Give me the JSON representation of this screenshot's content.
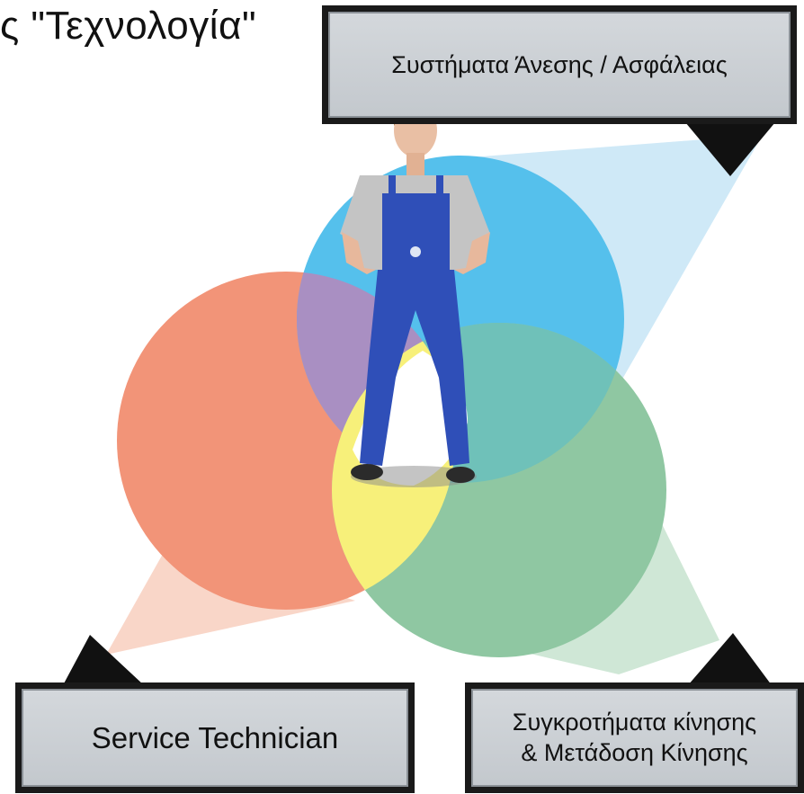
{
  "title": "ς \"Τεχνολογία\"",
  "boxes": {
    "comfort": "Συστήματα Άνεσης / Ασφάλειας",
    "service": "Service Technician",
    "drive_line1": "Συγκροτήματα κίνησης",
    "drive_line2": "& Μετάδοση Κίνησης"
  },
  "colors": {
    "blue_circle": "#55c0ec",
    "orange_circle": "#f29478",
    "green_circle": "#8fc7a2",
    "purple_overlap": "#a98fc2",
    "teal_overlap": "#6fc1b9",
    "yellow_center": "#f7f07a",
    "technician_overalls": "#2f4fb8",
    "technician_shirt": "#c4c4c4"
  }
}
